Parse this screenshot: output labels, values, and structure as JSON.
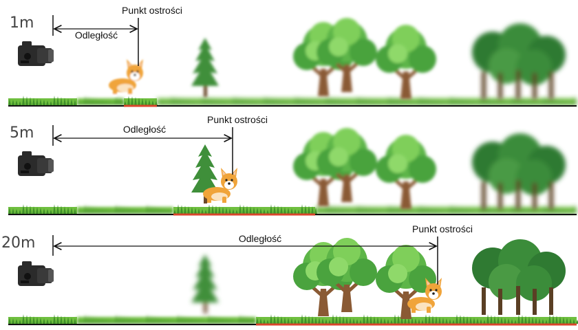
{
  "panels": [
    {
      "distance_label": "1m",
      "distance_text": "Odległość",
      "focus_text": "Punkt ostrości",
      "distance_m": 1
    },
    {
      "distance_label": "5m",
      "distance_text": "Odległość",
      "focus_text": "Punkt ostrości",
      "distance_m": 5
    },
    {
      "distance_label": "20m",
      "distance_text": "Odległość",
      "focus_text": "Punkt ostrości",
      "distance_m": 20
    }
  ],
  "colors": {
    "grass": "#6fbf3f",
    "grass_dark": "#3f8f2a",
    "ground_line": "#111111",
    "focus_zone": "#d9442b",
    "tree_light": "#6cc24a",
    "tree_dark": "#2f7a32",
    "trunk": "#8a5a34",
    "dog": "#f0a43a",
    "camera": "#2b2b2b"
  },
  "icons": [
    "camera-icon",
    "dog-icon",
    "tree-icon",
    "pine-icon",
    "forest-icon"
  ]
}
